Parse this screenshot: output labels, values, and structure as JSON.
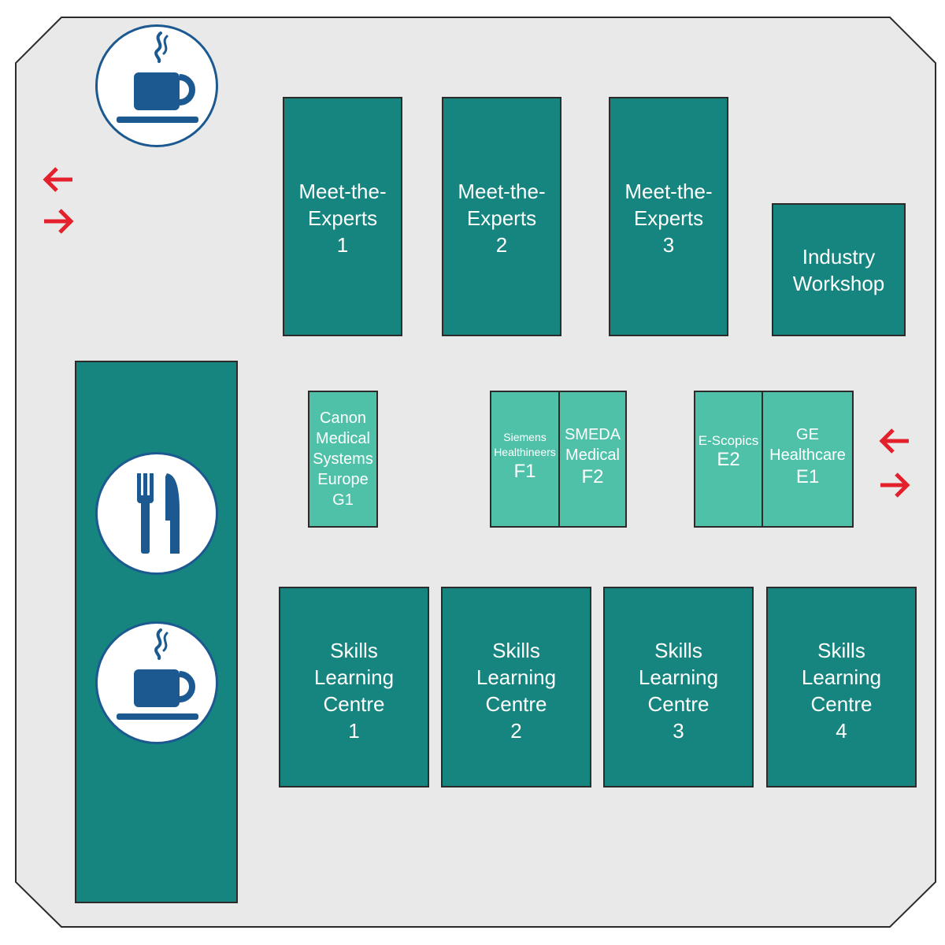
{
  "colors": {
    "floor": "#e8e9e8",
    "floor_border": "#2b2b2b",
    "room_dark": "#16857f",
    "room_light": "#4ec1a8",
    "icon_blue": "#1b5990",
    "arrow_red": "#e3202b"
  },
  "icons": {
    "coffee_top": "coffee-icon",
    "dining": "dining-icon",
    "coffee_bottom": "coffee-icon"
  },
  "arrows": {
    "left_entrance": [
      "arrow-left-icon",
      "arrow-right-icon"
    ],
    "right_entrance": [
      "arrow-left-icon",
      "arrow-right-icon"
    ]
  },
  "rooms": {
    "mte1": {
      "line1": "Meet-the-",
      "line2": "Experts",
      "line3": "1"
    },
    "mte2": {
      "line1": "Meet-the-",
      "line2": "Experts",
      "line3": "2"
    },
    "mte3": {
      "line1": "Meet-the-",
      "line2": "Experts",
      "line3": "3"
    },
    "industry": {
      "line1": "Industry",
      "line2": "Workshop"
    },
    "slc1": {
      "line1": "Skills",
      "line2": "Learning",
      "line3": "Centre",
      "line4": "1"
    },
    "slc2": {
      "line1": "Skills",
      "line2": "Learning",
      "line3": "Centre",
      "line4": "2"
    },
    "slc3": {
      "line1": "Skills",
      "line2": "Learning",
      "line3": "Centre",
      "line4": "3"
    },
    "slc4": {
      "line1": "Skills",
      "line2": "Learning",
      "line3": "Centre",
      "line4": "4"
    }
  },
  "booths": {
    "g1": {
      "lines": [
        "Canon",
        "Medical",
        "Systems",
        "Europe"
      ],
      "code": "G1"
    },
    "f1": {
      "lines": [
        "Siemens",
        "Healthineers"
      ],
      "code": "F1"
    },
    "f2": {
      "lines": [
        "SMEDA",
        "Medical"
      ],
      "code": "F2"
    },
    "e2": {
      "lines": [
        "E-Scopics"
      ],
      "code": "E2"
    },
    "e1": {
      "lines": [
        "GE",
        "Healthcare"
      ],
      "code": "E1"
    }
  }
}
